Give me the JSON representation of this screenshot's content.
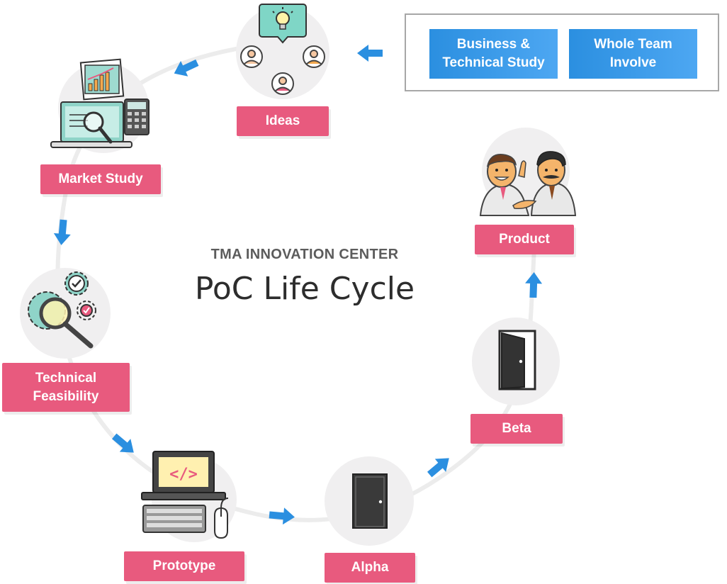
{
  "header": {
    "org": "TMA INNOVATION CENTER",
    "title": "PoC Life Cycle"
  },
  "legend": {
    "items": [
      "Business & Technical Study",
      "Whole Team Involve"
    ]
  },
  "stages": {
    "ideas": "Ideas",
    "market_study": "Market Study",
    "technical_feasibility": "Technical Feasibility",
    "prototype": "Prototype",
    "alpha": "Alpha",
    "beta": "Beta",
    "product": "Product"
  },
  "prototype_code": "</>",
  "colors": {
    "label": "#e85a7e",
    "arrow": "#2b8fe0",
    "circle": "#f0eff0"
  }
}
